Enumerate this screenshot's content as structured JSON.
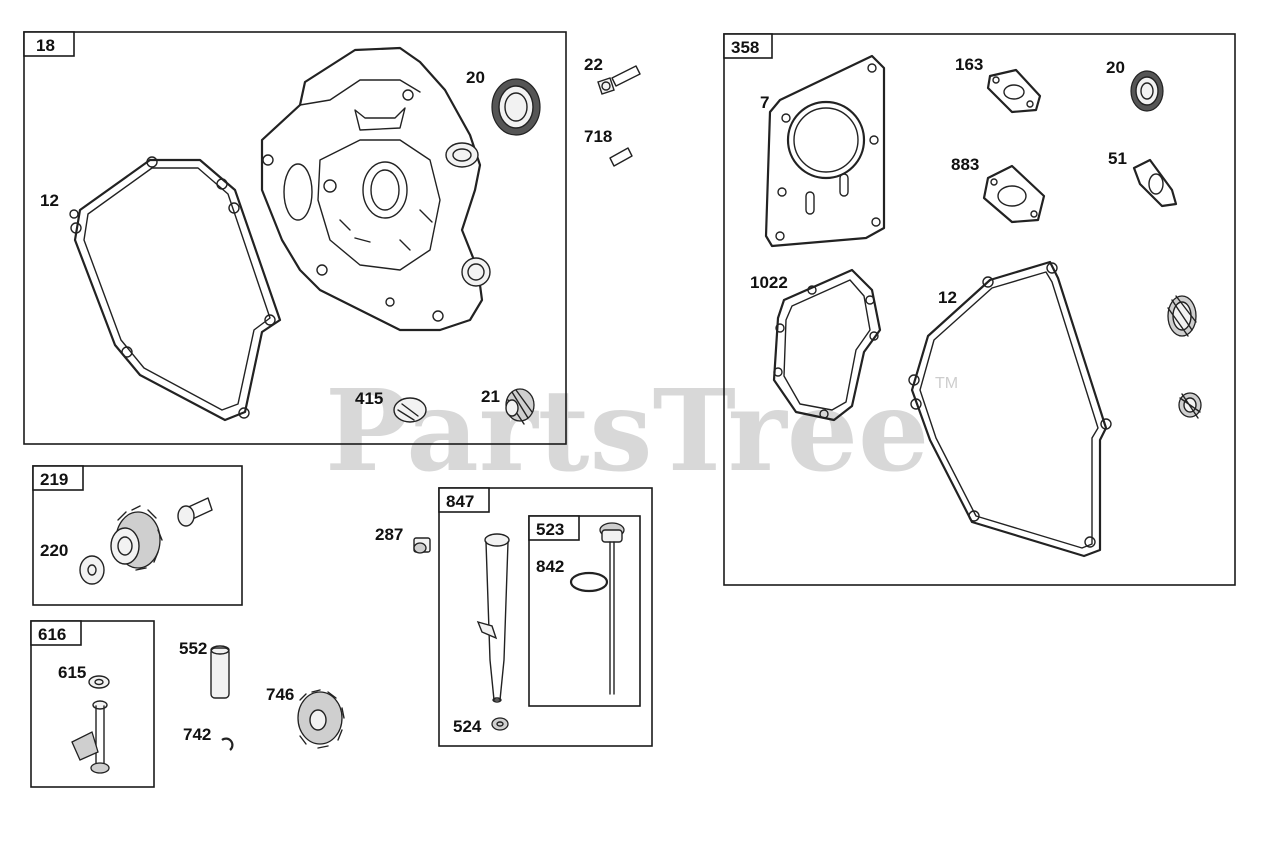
{
  "watermark": {
    "text": "PartsTree",
    "trademark": "TM"
  },
  "groups": [
    {
      "id": "18"
    },
    {
      "id": "219"
    },
    {
      "id": "616"
    },
    {
      "id": "847"
    },
    {
      "id": "523"
    },
    {
      "id": "358"
    }
  ],
  "labels": {
    "p20a": "20",
    "p22": "22",
    "p718": "718",
    "p12a": "12",
    "p415": "415",
    "p21": "21",
    "p220": "220",
    "p615": "615",
    "p552": "552",
    "p742": "742",
    "p746": "746",
    "p287": "287",
    "p842": "842",
    "p524": "524",
    "p7": "7",
    "p163": "163",
    "p20b": "20",
    "p883": "883",
    "p51": "51",
    "p1022": "1022",
    "p12b": "12"
  }
}
